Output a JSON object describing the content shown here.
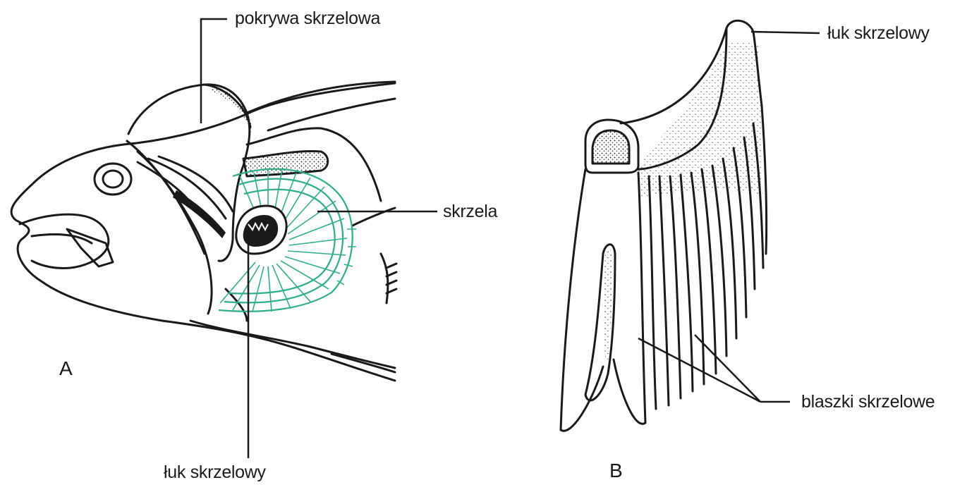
{
  "panel_a": {
    "letter": "A",
    "labels": {
      "operculum": "pokrywa skrzelowa",
      "gills": "skrzela",
      "gill_arch": "łuk skrzelowy"
    }
  },
  "panel_b": {
    "letter": "B",
    "labels": {
      "gill_arch": "łuk skrzelowy",
      "gill_filaments": "blaszki skrzelowe"
    }
  },
  "colors": {
    "ink": "#1a1a1a",
    "gill_green": "#2fae8a",
    "background": "#ffffff"
  }
}
